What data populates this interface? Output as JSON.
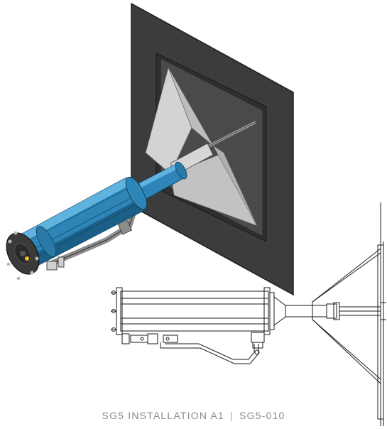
{
  "caption": {
    "title": "SG5 INSTALLATION A1",
    "separator": "|",
    "code": "SG5-010"
  },
  "colors": {
    "background": "#ffffff",
    "wall_panel": "#3c3c3c",
    "wall_panel_edge": "#1e1e1e",
    "hood_face": "#c9c9c9",
    "lance_body": "#2e86b8",
    "lance_highlight": "#5fb3de",
    "lance_shadow": "#1c5f86",
    "bracket": "#9a9a9a",
    "caption_text": "#8a8a8a",
    "caption_separator": "#f0a020",
    "line_art": "#1a1a1a"
  },
  "icons": {
    "isometric_view": "isometric-lance-wall-assembly-drawing",
    "side_view": "side-elevation-lance-drawing",
    "section_view": "wall-hood-section-drawing"
  }
}
